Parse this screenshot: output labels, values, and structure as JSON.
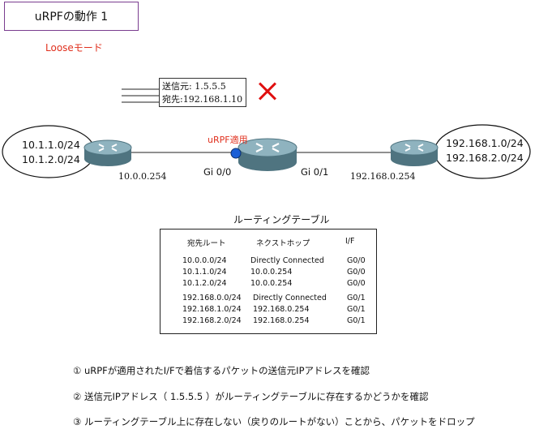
{
  "title": "uRPFの動作 1",
  "mode_label": "Looseモード",
  "packet": {
    "src": "送信元: 1.5.5.5",
    "dst": "宛先:192.168.1.10"
  },
  "left_network": [
    "10.1.1.0/24",
    "10.1.2.0/24"
  ],
  "right_network": [
    "192.168.1.0/24",
    "192.168.2.0/24"
  ],
  "left_link_addr": "10.0.0.254",
  "right_link_addr": "192.168.0.254",
  "urpf_label": "uRPF適用",
  "iface_left": "Gi 0/0",
  "iface_right": "Gi 0/1",
  "routing_table": {
    "title": "ルーティングテーブル",
    "headers": [
      "宛先ルート",
      "ネクストホップ",
      "I/F"
    ],
    "rows": [
      [
        "10.0.0.0/24",
        "Directly Connected",
        "G0/0"
      ],
      [
        "10.1.1.0/24",
        "10.0.0.254",
        "G0/0"
      ],
      [
        "10.1.2.0/24",
        "10.0.0.254",
        "G0/0"
      ],
      [
        "192.168.0.0/24",
        "Directly Connected",
        "G0/1"
      ],
      [
        "192.168.1.0/24",
        "192.168.0.254",
        "G0/1"
      ],
      [
        "192.168.2.0/24",
        "192.168.0.254",
        "G0/1"
      ]
    ]
  },
  "steps": [
    "①  uRPFが適用されたI/Fで着信するパケットの送信元IPアドレスを確認",
    "②  送信元IPアドレス（ 1.5.5.5 ）がルーティングテーブルに存在するかどうかを確認",
    "③  ルーティングテーブル上に存在しない（戻りのルートがない）ことから、パケットをドロップ"
  ],
  "colors": {
    "router_body": "#5b7f8c",
    "router_top": "#8fb3bf",
    "accent_red": "#e0301e",
    "urpf_dot": "#1a5fd6"
  }
}
